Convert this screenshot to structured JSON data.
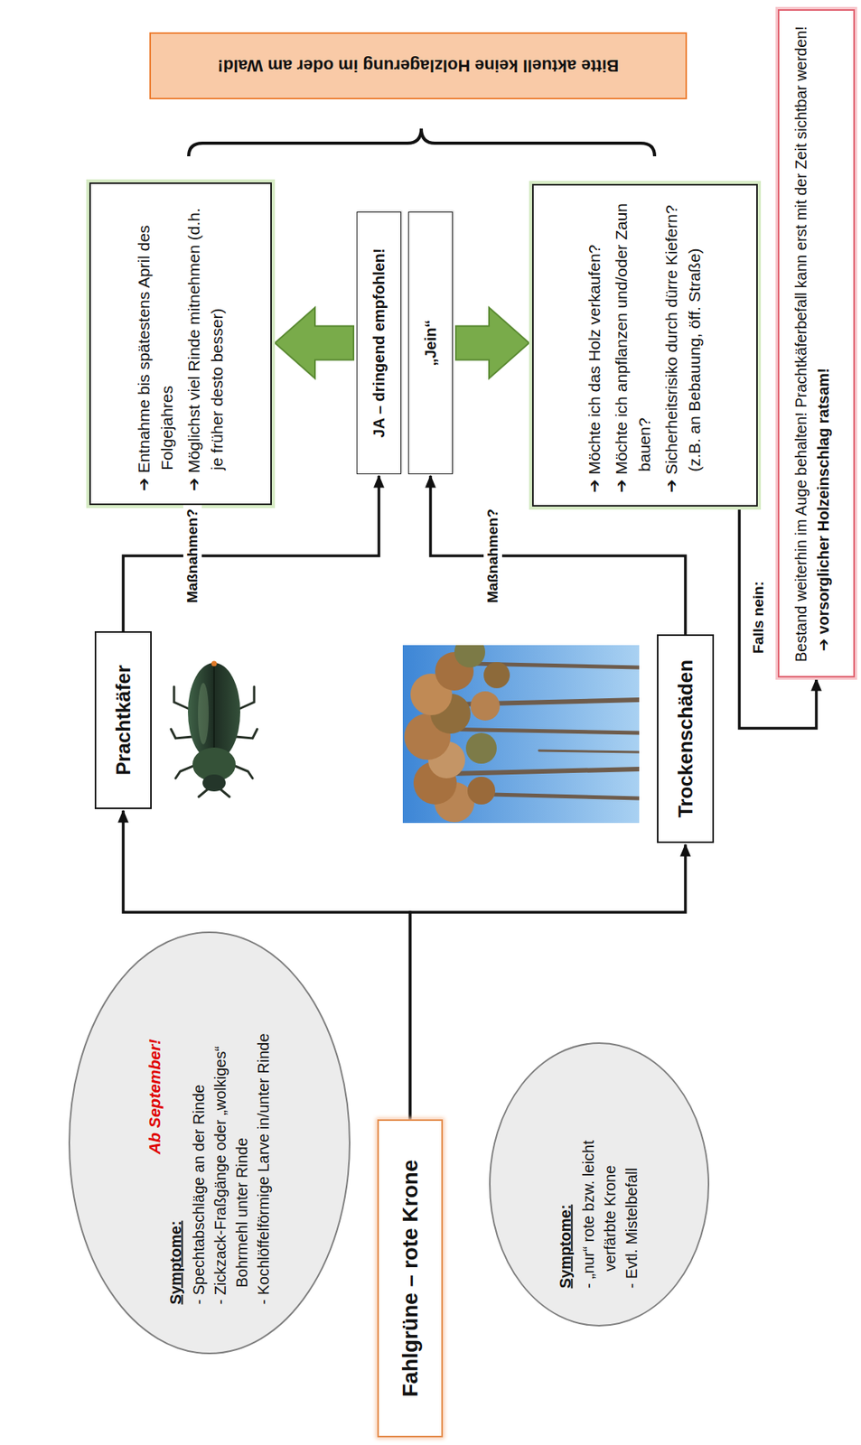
{
  "diagram": {
    "nodes": [
      {
        "text": [
          "Ab September!",
          "Symptome:",
          "- Spechtabschläge an der Rinde",
          "- Zickzack-Fraßgänge oder „wolkiges“ Bohrmehl unter Rinde",
          "- Kochlöffelförmige Larve in/unter Rinde"
        ]
      },
      {
        "text": [
          "Fahlgrüne – rote Krone"
        ]
      },
      {
        "text": [
          "Symptome:",
          "- „nur“ rote bzw. leicht verfärbte Krone",
          "- Evtl. Mistelbefall"
        ]
      },
      {
        "text": [
          "Prachtkäfer"
        ]
      },
      {
        "text": [
          "Trockenschäden"
        ]
      },
      {
        "text": [
          "JA – dringend empfohlen!"
        ]
      },
      {
        "text": [
          "„Jein“"
        ]
      },
      {
        "text": [
          "➔ Entnahme bis spätestens April des Folgejahres",
          "➔ Möglichst viel Rinde mitnehmen (d.h. je früher desto besser)"
        ]
      },
      {
        "text": [
          "➔ Möchte ich das Holz verkaufen?",
          "➔ Möchte ich anpflanzen und/oder Zaun bauen?",
          "➔ Sicherheitsrisiko durch dürre Kiefern? (z.B. an Bebauung, öff. Straße)"
        ]
      },
      {
        "text": [
          "Bitte aktuell keine Holzlagerung im oder am Wald!"
        ]
      },
      {
        "text": [
          "Bestand weiterhin im Auge behalten! Prachtkäferbefall kann erst mit der Zeit sichtbar werden!",
          "➔ vorsorglicher Holzeinschlag ratsam!"
        ]
      }
    ],
    "edges": [
      {
        "from": 1,
        "to": 3,
        "arrow": "to"
      },
      {
        "from": 1,
        "to": 4,
        "arrow": "to"
      },
      {
        "from": 3,
        "to": 5,
        "label": "Maßnahmen?",
        "arrow": "to"
      },
      {
        "from": 4,
        "to": 6,
        "label": "Maßnahmen?",
        "arrow": "to"
      },
      {
        "from": 5,
        "to": 7,
        "arrow": "to"
      },
      {
        "from": 6,
        "to": 8,
        "arrow": "to"
      },
      {
        "from": 8,
        "to": 10,
        "label": "Falls nein:",
        "arrow": "to"
      }
    ]
  }
}
